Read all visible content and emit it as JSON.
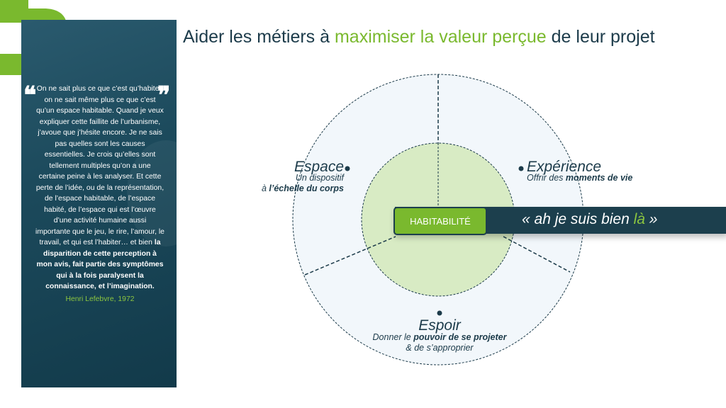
{
  "title": {
    "part1": "Aider les métiers à ",
    "highlight": "maximiser la valeur perçue",
    "part2": " de leur projet"
  },
  "quote": {
    "open_mark": "❝",
    "close_mark": "❞",
    "text_plain": "On ne sait plus ce que c’est qu’habiter, on ne sait même plus ce que c’est qu’un espace habitable. Quand je veux expliquer cette faillite de l’urbanisme, j’avoue que j’hésite encore. Je ne sais pas quelles sont les causes essentielles. Je crois qu’elles sont tellement multiples qu’on a une certaine peine à les analyser. Et cette perte de l’idée, ou de la représentation, de l’espace habitable, de l’espace habité, de l’espace qui est l’œuvre d’une activité humaine aussi importante que le jeu, le rire, l’amour, le travail, et qui est l’habiter… et bien ",
    "text_bold": "la disparition de cette perception à mon avis, fait partie des symptômes qui à la fois paralysent la connaissance, et l’imagination.",
    "author": "Henri Lefebvre, 1972"
  },
  "diagram": {
    "espace": {
      "title": "Espace",
      "line1": "Un dispositif",
      "line2_prefix": "à ",
      "line2_bold": "l’échelle du corps"
    },
    "experience": {
      "title": "Expérience",
      "prefix": "Offrir des ",
      "bold": "moments de vie"
    },
    "espoir": {
      "title": "Espoir",
      "prefix": "Donner le ",
      "bold": "pouvoir de se projeter",
      "line2": "& de s’approprier"
    },
    "center": "HABITABILITÉ"
  },
  "banner": {
    "prefix": "« ah je suis bien ",
    "highlight": "là",
    "suffix": " »"
  },
  "colors": {
    "accent_green": "#7ab92e",
    "dark_teal": "#1c3f4d",
    "light_green_fill": "#d8ebc4",
    "light_blue_fill": "#f2f7fb"
  }
}
